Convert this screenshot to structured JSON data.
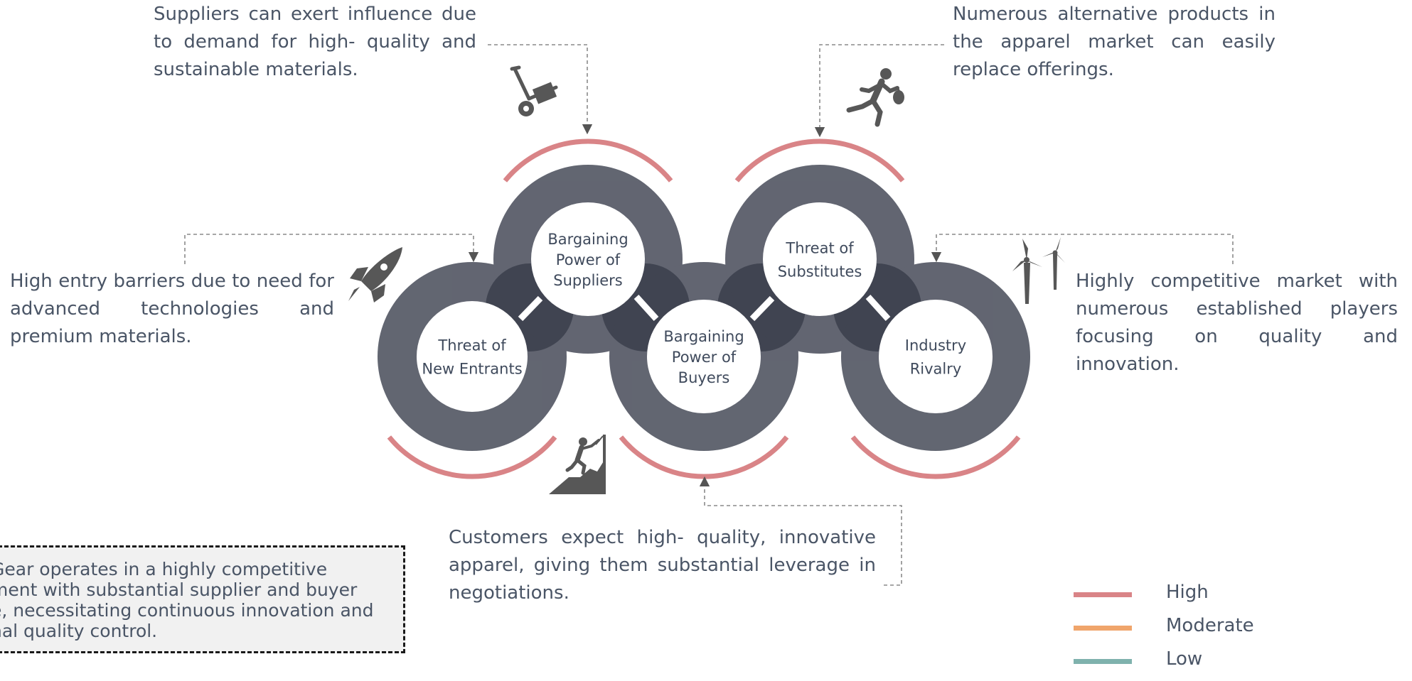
{
  "forces": [
    {
      "label_lines": [
        "Threat of",
        "New Entrants"
      ],
      "level": "High",
      "description": "High entry barriers due to need for advanced technologies and premium materials.",
      "icon": "rocket-icon"
    },
    {
      "label_lines": [
        "Bargaining",
        "Power of",
        "Suppliers"
      ],
      "level": "High",
      "description": "Suppliers can exert influence due to demand for high- quality and sustainable materials.",
      "icon": "hand-truck-icon"
    },
    {
      "label_lines": [
        "Bargaining",
        "Power of",
        "Buyers"
      ],
      "level": "High",
      "description": "Customers expect high- quality, innovative apparel, giving them substantial leverage in negotiations.",
      "icon": "climber-icon"
    },
    {
      "label_lines": [
        "Threat of",
        "Substitutes"
      ],
      "level": "High",
      "description": "Numerous alternative products in the apparel market can easily replace offerings.",
      "icon": "running-thief-icon"
    },
    {
      "label_lines": [
        "Industry",
        "Rivalry"
      ],
      "level": "High",
      "description": "Highly competitive market with numerous established players focusing on quality and innovation.",
      "icon": "wind-turbines-icon"
    }
  ],
  "summary": "Gear operates in a highly competitive environment with substantial supplier and buyer influence, necessitating continuous innovation and exceptional quality control.",
  "summary_visible_lines": [
    " Gear operates in a highly competitive",
    "ment with substantial supplier and buyer",
    "e, necessitating continuous innovation and",
    "nal quality control."
  ],
  "legend": [
    {
      "label": "High",
      "color": "#d98487"
    },
    {
      "label": "Moderate",
      "color": "#f0a56b"
    },
    {
      "label": "Low",
      "color": "#7fb2ad"
    }
  ],
  "colors": {
    "ring": "#4b4f5c",
    "overlap": "#2c313e",
    "arc_high": "#d98487",
    "connector": "#8a8a8a",
    "icon": "#575757",
    "text": "#4a5566"
  }
}
